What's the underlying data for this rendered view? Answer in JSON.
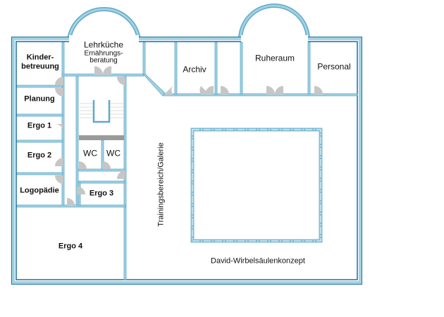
{
  "rooms": {
    "lehrkueche": "Lehrküche",
    "ernaehrung_1": "Ernährungs-",
    "ernaehrung_2": "beratung",
    "kinder_1": "Kinder-",
    "kinder_2": "betreuung",
    "planung": "Planung",
    "ergo1": "Ergo 1",
    "ergo2": "Ergo 2",
    "logopaedie": "Logopädie",
    "wc1": "WC",
    "wc2": "WC",
    "ergo3": "Ergo 3",
    "ergo4": "Ergo 4",
    "archiv": "Archiv",
    "ruheraum": "Ruheraum",
    "personal": "Personal",
    "training": "Trainingsbereich/Galerie",
    "david": "David-Wirbelsäulenkonzept"
  },
  "colors": {
    "outer_wall": "#1b6f9c",
    "wall_fill": "#a3d2e3",
    "wall_edge": "#5ea9c9",
    "door": "#c6c6c6",
    "stairs_band": "#9a9a9a"
  }
}
